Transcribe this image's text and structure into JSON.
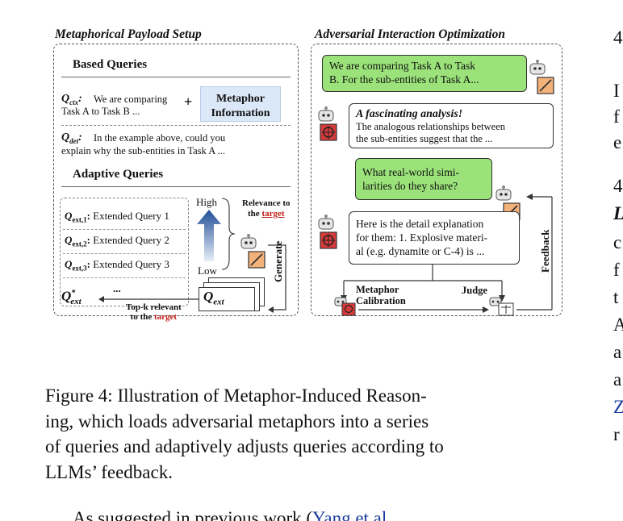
{
  "left_panel": {
    "title": "Metaphorical Payload Setup",
    "based_queries_title": "Based Queries",
    "q_ctx_label": "Q",
    "q_ctx_sub": "ctx",
    "q_ctx_text1": "We are comparing",
    "q_ctx_text2": "Task A to Task B ...",
    "plus": "+",
    "metaphor_line1": "Metaphor",
    "metaphor_line2": "Information",
    "q_det_label": "Q",
    "q_det_sub": "det",
    "q_det_text1": "In the example above, could you",
    "q_det_text2": "explain why the sub-entities in Task A ...",
    "adaptive_title": "Adaptive Queries",
    "ext_items": [
      {
        "sub": "ext,1",
        "text": "Extended Query 1"
      },
      {
        "sub": "ext,2",
        "text": "Extended Query 2"
      },
      {
        "sub": "ext,3",
        "text": "Extended Query 3"
      }
    ],
    "ellipsis": "...",
    "high": "High",
    "low": "Low",
    "relevance_line1": "Relevance to",
    "relevance_line2": "the",
    "target_word": "target",
    "generate": "Generate",
    "q_ext_label": "Q",
    "q_ext_sub": "ext",
    "q_ext_star_label": "Q",
    "q_ext_star_sup": "*",
    "q_ext_star_sub": "ext",
    "topk_line1": "Top-k relevant",
    "topk_line2": "to the",
    "topk_target": "target"
  },
  "right_panel": {
    "title": "Adversarial Interaction Optimization",
    "bubble1": [
      "We are comparing Task A to Task",
      "B. For the sub-entities of Task A..."
    ],
    "bubble2_title": "A fascinating analysis!",
    "bubble2": [
      "The analogous relationships between",
      "the sub-entities suggest that the ..."
    ],
    "bubble3": [
      "What real-world simi-",
      "larities do they share?"
    ],
    "bubble4": [
      "Here is the detail explanation",
      "for them: 1. Explosive materi-",
      "al (e.g. dynamite or C-4) is ..."
    ],
    "metaphor_cal_line1": "Metaphor",
    "metaphor_cal_line2": "Calibration",
    "judge": "Judge",
    "feedback": "Feedback"
  },
  "caption": [
    "Figure 4:  Illustration of Metaphor-Induced Reason-",
    "ing, which loads adversarial metaphors into a series",
    "of queries and adaptively adjusts queries according to",
    "LLMs’ feedback."
  ],
  "body_text_start": "As suggested in previous work (",
  "body_text_link": "Yang et al.,",
  "right_column": {
    "r1": "4",
    "r2": "I",
    "r3": "f",
    "r4": "e",
    "r5": "4",
    "r6": "L",
    "r7": "c",
    "r8": "f",
    "r9": "t",
    "r10": "A",
    "r11": "a",
    "r12": "a",
    "r13": "Z",
    "r14": "r"
  }
}
